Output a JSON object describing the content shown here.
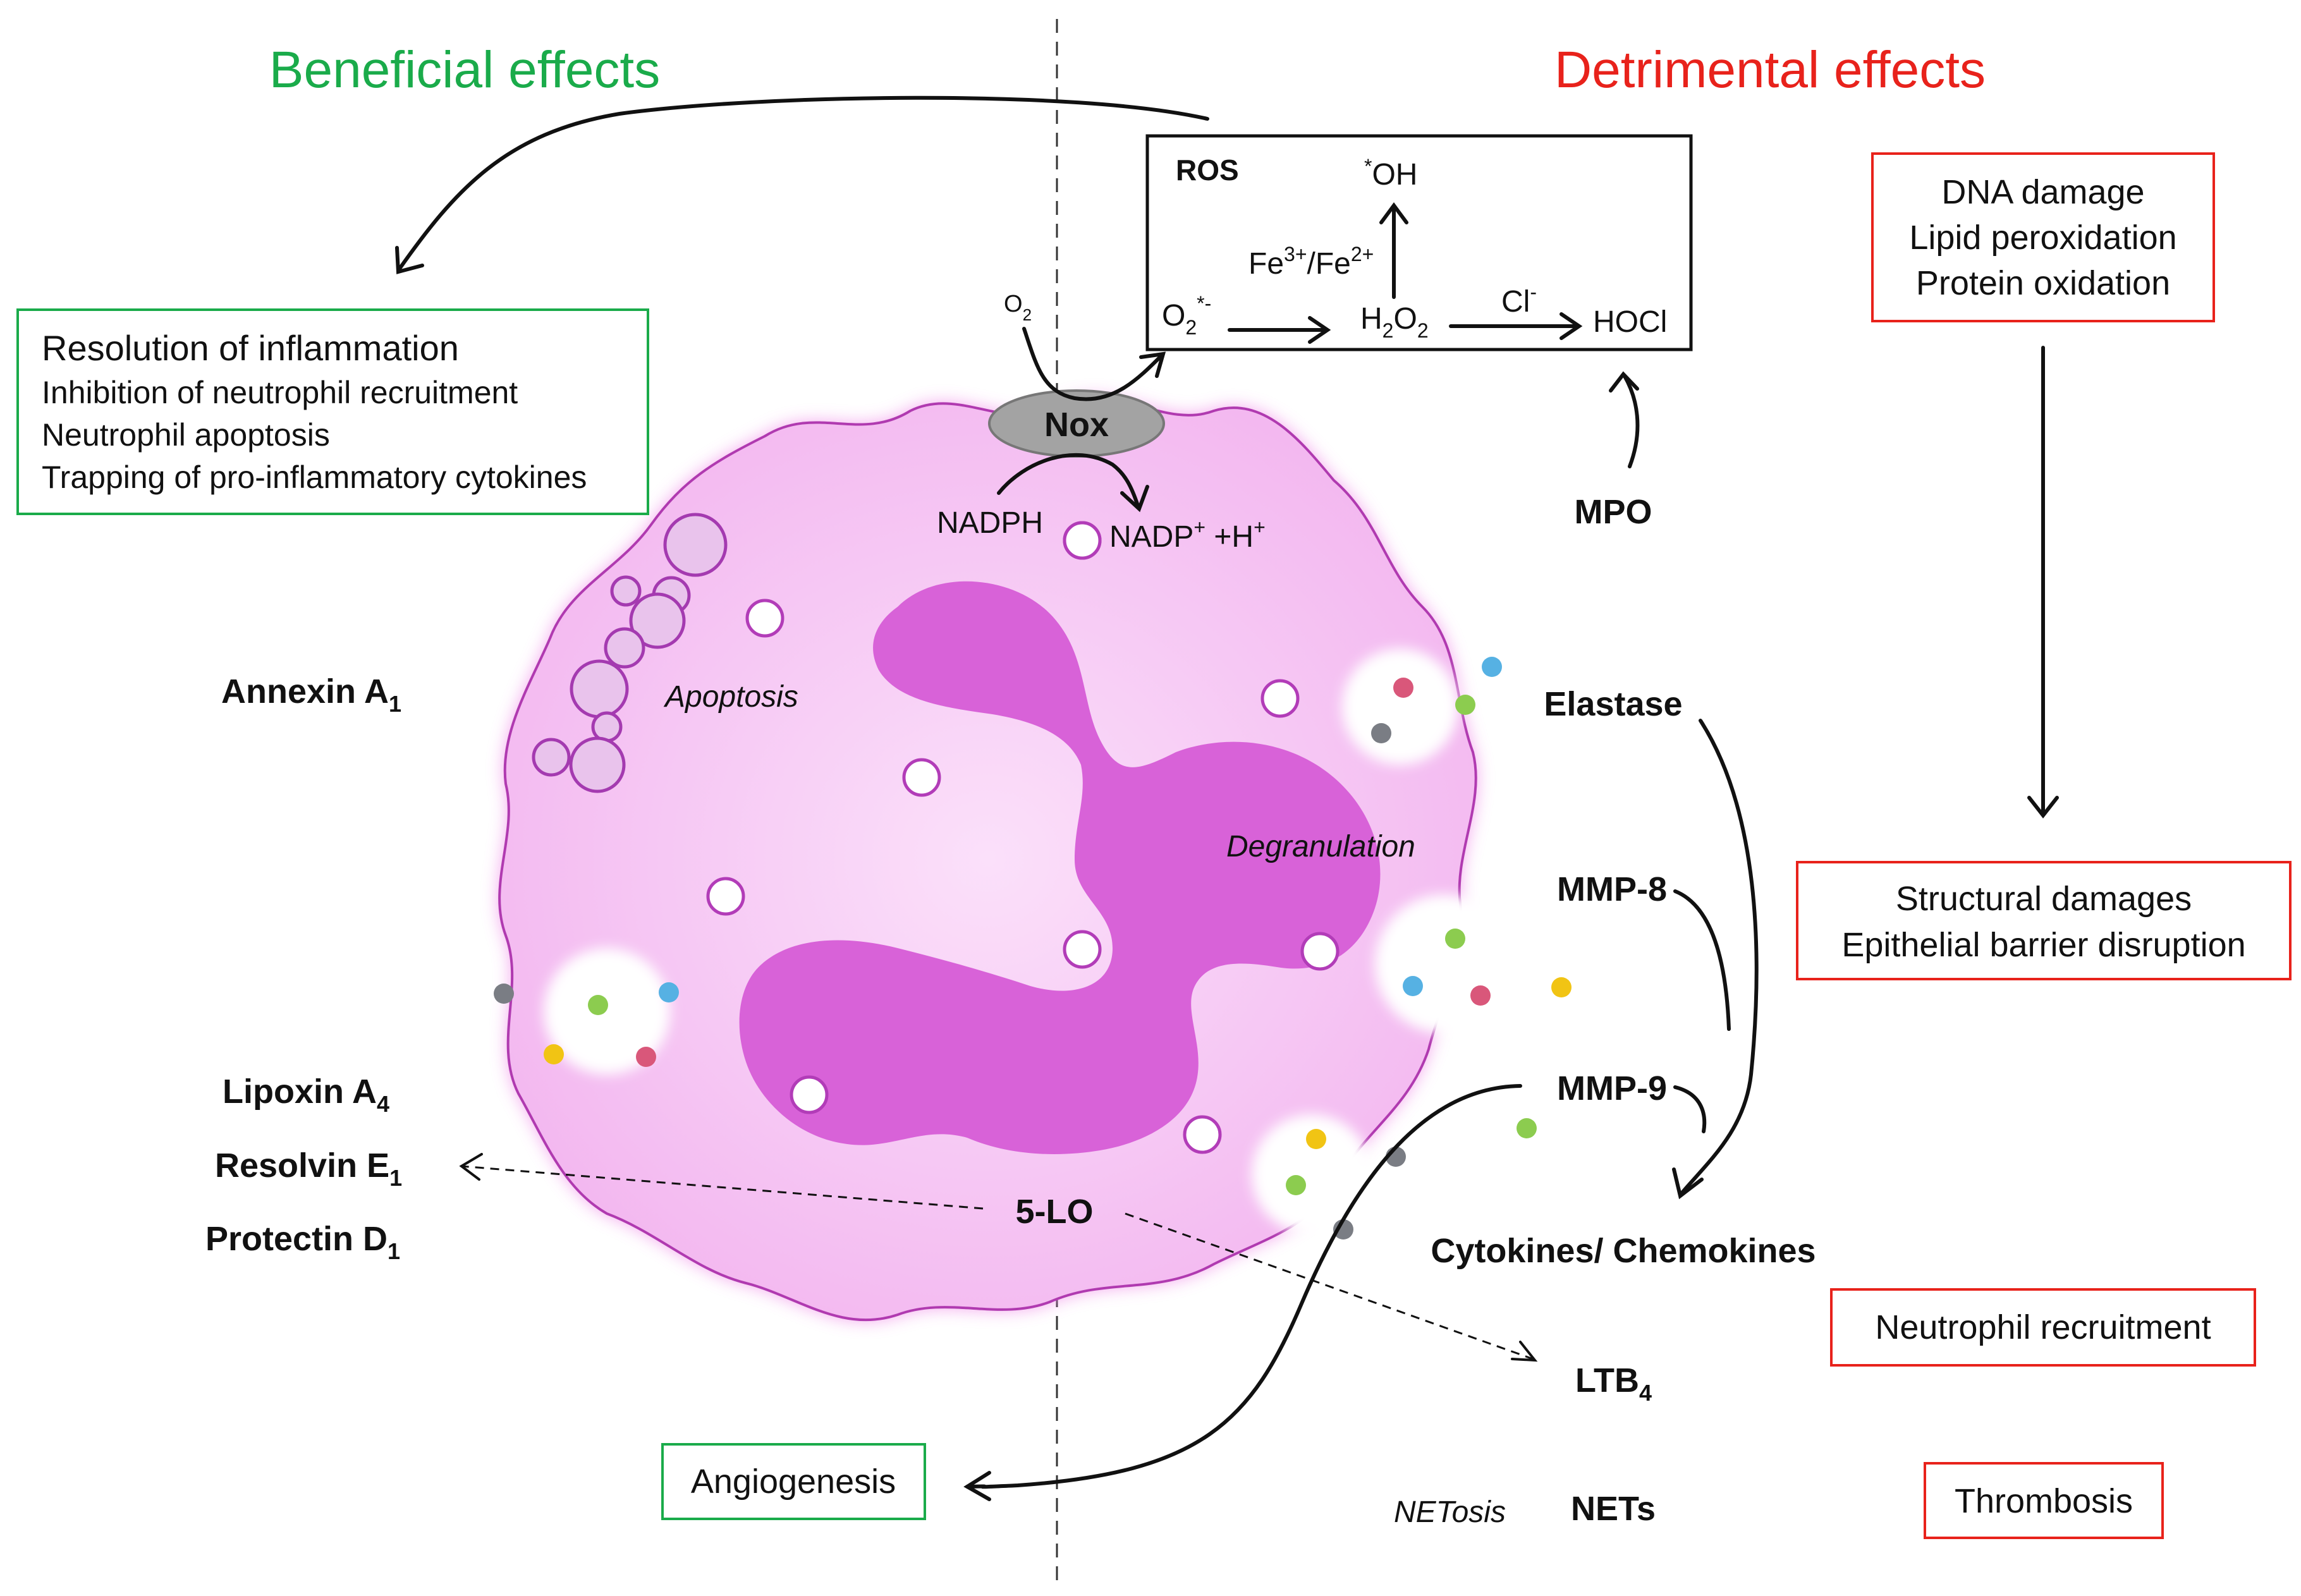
{
  "headings": {
    "beneficial": "Beneficial effects",
    "detrimental": "Detrimental effects"
  },
  "colors": {
    "beneficial": "#1aab4a",
    "detrimental": "#e8221b",
    "cell_fill": "#f8c8f5",
    "nucleus": "#d862d8",
    "nox": "#a3a3a3"
  },
  "beneficial_box": {
    "title": "Resolution of inflammation",
    "lines": [
      "Inhibition of neutrophil recruitment",
      "Neutrophil apoptosis",
      "Trapping of pro-inflammatory cytokines"
    ]
  },
  "ros_box": {
    "title": "ROS",
    "oh": "OH",
    "oh_sup": "*",
    "fe": "Fe",
    "fe3": "3+",
    "fe_mid": "/Fe",
    "fe2": "2+",
    "superoxide": "O",
    "superoxide_sub": "2",
    "superoxide_sup": "*-",
    "peroxide_h": "H",
    "peroxide_sub1": "2",
    "peroxide_o": "O",
    "peroxide_sub2": "2",
    "cl": "Cl",
    "cl_sup": "-",
    "hocl": "HOCl"
  },
  "damage_box": {
    "lines": [
      "DNA damage",
      "Lipid peroxidation",
      "Protein oxidation"
    ]
  },
  "structural_box": {
    "lines": [
      "Structural damages",
      "Epithelial barrier disruption"
    ]
  },
  "recruitment_box": {
    "label": "Neutrophil recruitment"
  },
  "thrombosis_box": {
    "label": "Thrombosis"
  },
  "angiogenesis_box": {
    "label": "Angiogenesis"
  },
  "nox": {
    "label": "Nox",
    "o2": "O",
    "o2_sub": "2",
    "nadph": "NADPH",
    "nadp": "NADP",
    "nadp_sup": "+",
    "h": " +H",
    "h_sup": "+"
  },
  "mediators": {
    "mpo": "MPO",
    "elastase": "Elastase",
    "mmp8": "MMP-8",
    "mmp9": "MMP-9",
    "cytokines": "Cytokines/ Chemokines",
    "ltb4": "LTB",
    "ltb4_sub": "4",
    "five_lo": "5-LO",
    "nets": "NETs",
    "netosis": "NETosis",
    "annexin": "Annexin A",
    "annexin_sub": "1",
    "lipoxin": "Lipoxin A",
    "lipoxin_sub": "4",
    "resolvin": "Resolvin E",
    "resolvin_sub": "1",
    "protectin": "Protectin D",
    "protectin_sub": "1"
  },
  "processes": {
    "apoptosis": "Apoptosis",
    "degranulation": "Degranulation"
  },
  "granule_colors": [
    "#d9577a",
    "#56b1e3",
    "#8ccc4f",
    "#7a7d84",
    "#f1c414"
  ]
}
